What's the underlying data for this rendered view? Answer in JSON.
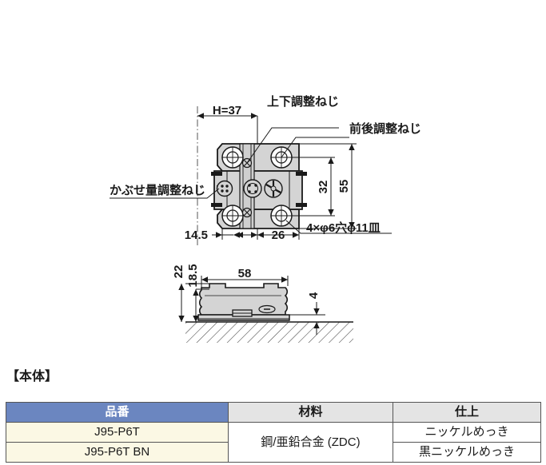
{
  "drawing": {
    "front_view": {
      "labels": {
        "vertical_adjust_screw": "上下調整ねじ",
        "depth_adjust_screw": "前後調整ねじ",
        "overlay_adjust_screw": "かぶせ量調整ねじ",
        "hole_note": "4×φ6穴φ11皿"
      },
      "dimensions": {
        "h_overall": "H=37",
        "left_offset": "14.5",
        "hole_pitch": "26",
        "hole_span_v": "32",
        "height_overall": "55"
      }
    },
    "side_view": {
      "dimensions": {
        "total_height": "22",
        "body_height": "18.5",
        "length": "58",
        "base_height": "4"
      }
    },
    "colors": {
      "body_fill": "#d4d4d4",
      "line": "#1a1a1a",
      "hatch": "#555555"
    }
  },
  "body_section": {
    "title": "【本体】",
    "table": {
      "headers": [
        "品番",
        "材料",
        "仕上"
      ],
      "rows": [
        {
          "part_no": "J95-P6T",
          "material": "鋼/亜鉛合金 (ZDC)",
          "finish": "ニッケルめっき"
        },
        {
          "part_no": "J95-P6T BN",
          "material": "鋼/亜鉛合金 (ZDC)",
          "finish": "黒ニッケルめっき"
        }
      ],
      "header_color": "#6b86c0",
      "part_cell_color": "#fbf8e4"
    }
  }
}
